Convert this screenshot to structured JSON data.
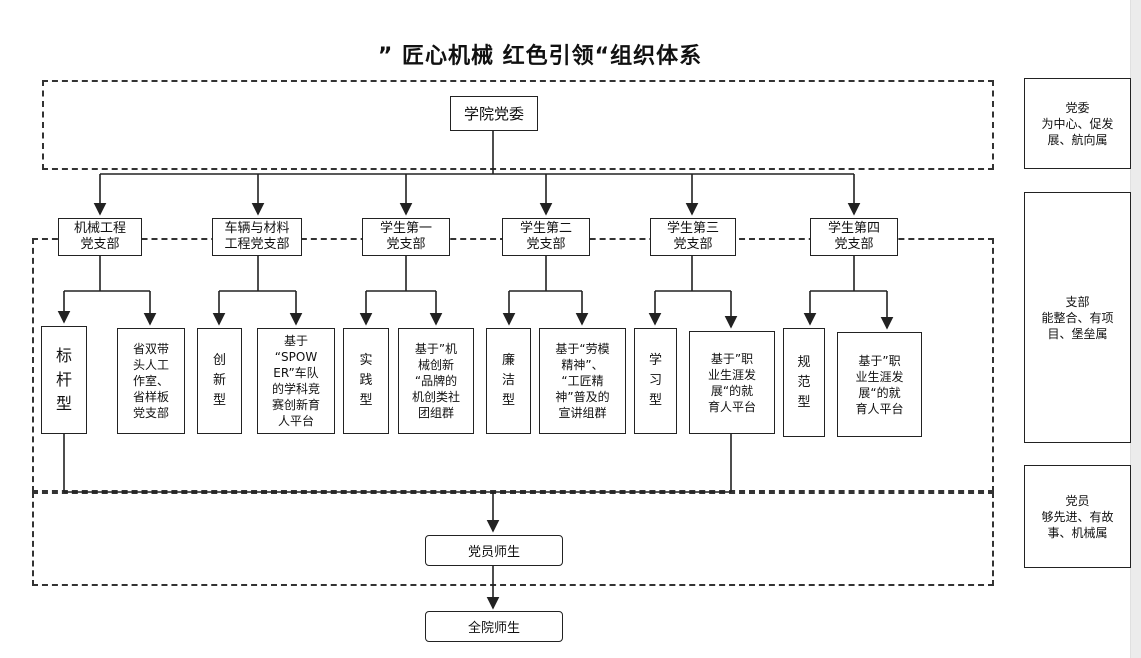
{
  "title": "” 匠心机械 红色引领“组织体系",
  "top_node": "学院党委",
  "branches": [
    {
      "name": "机械工程\n党支部",
      "children": [
        "标\n杆\n型",
        "省双带\n头人工\n作室、\n省样板\n党支部"
      ]
    },
    {
      "name": "车辆与材料\n工程党支部",
      "children": [
        "创\n新\n型",
        "基于\n“SPOW\nER”车队\n的学科竞\n赛创新育\n人平台"
      ]
    },
    {
      "name": "学生第一\n党支部",
      "children": [
        "实\n践\n型",
        "基于”机\n械创新\n“品牌的\n机创类社\n团组群"
      ]
    },
    {
      "name": "学生第二\n党支部",
      "children": [
        "廉\n洁\n型",
        "基于“劳模\n精神”、\n“工匠精\n神”普及的\n宣讲组群"
      ]
    },
    {
      "name": "学生第三\n党支部",
      "children": [
        "学\n习\n型",
        "基于”职\n业生涯发\n展“的就\n育人平台"
      ]
    },
    {
      "name": "学生第四\n党支部",
      "children": [
        "规\n范\n型",
        "基于”职\n业生涯发\n展“的就\n育人平台"
      ]
    }
  ],
  "party_node": "党员师生",
  "all_node": "全院师生",
  "side_labels": {
    "committee": "党委\n为中心、促发\n展、航向属",
    "branch": "支部\n能整合、有项\n目、堡垒属",
    "member": "党员\n够先进、有故\n事、机械属"
  }
}
